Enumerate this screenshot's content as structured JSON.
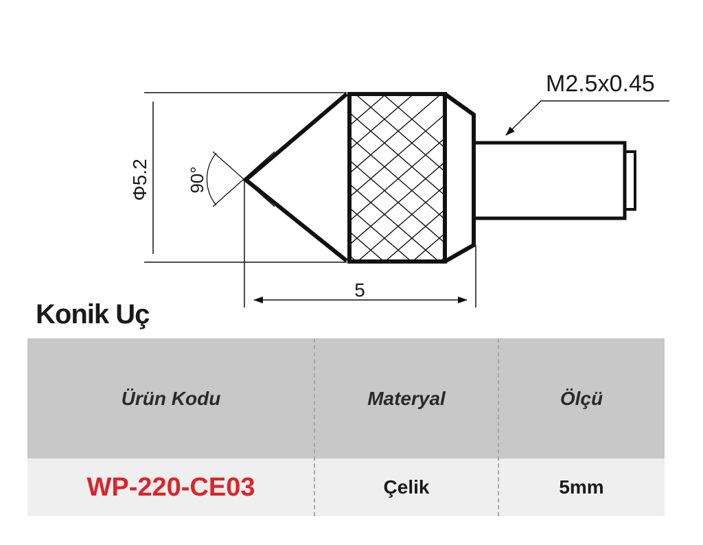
{
  "drawing": {
    "thread_label": "M2.5x0.45",
    "diameter_label": "Φ5.2",
    "angle_label": "90°",
    "length_label": "5"
  },
  "title": "Konik Uç",
  "table": {
    "headers": [
      "Ürün Kodu",
      "Materyal",
      "Ölçü"
    ],
    "rows": [
      {
        "code": "WP-220-CE03",
        "material": "Çelik",
        "size": "5mm"
      }
    ]
  },
  "colors": {
    "code": "#d9262b",
    "header_bg": "#c8c8c8",
    "row_bg": "#efefef"
  }
}
